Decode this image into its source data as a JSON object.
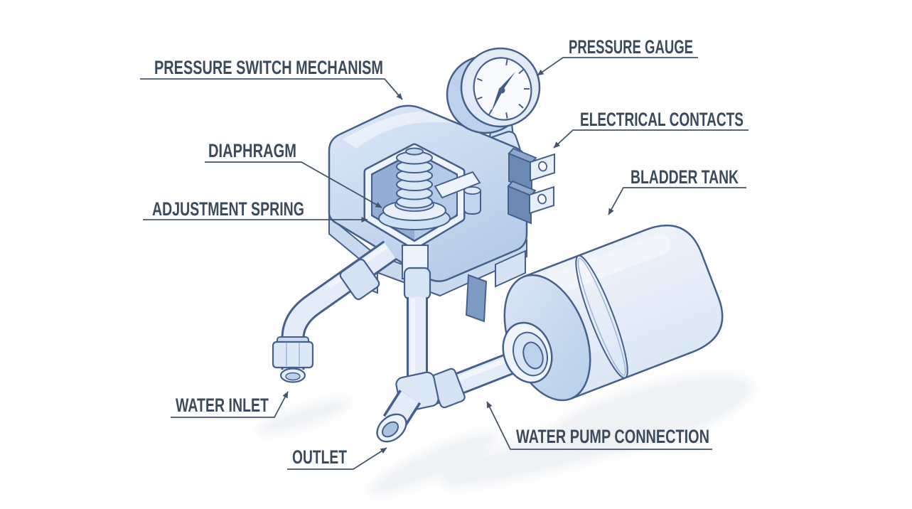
{
  "labels": {
    "pressure_switch_mechanism": "PRESSURE SWITCH MECHANISM",
    "pressure_gauge": "PRESSURE GAUGE",
    "electrical_contacts": "ELECTRICAL CONTACTS",
    "bladder_tank": "BLADDER TANK",
    "diaphragm": "DIAPHRAGM",
    "adjustment_spring": "ADJUSTMENT SPRING",
    "water_inlet": "WATER INLET",
    "outlet": "OUTLET",
    "water_pump_connection": "WATER PUMP CONNECTION"
  },
  "colors": {
    "background": "#ffffff",
    "outline": "#46608c",
    "leader_line": "#44546a",
    "label_text": "#3b4a5c",
    "fill_lightest": "#f2f6fc",
    "fill_light": "#dfe9f6",
    "fill_mid": "#c6d8ee",
    "fill_deep": "#9cb5da",
    "contact_block": "#6b89b3",
    "shadow": "#e4e8ee"
  }
}
